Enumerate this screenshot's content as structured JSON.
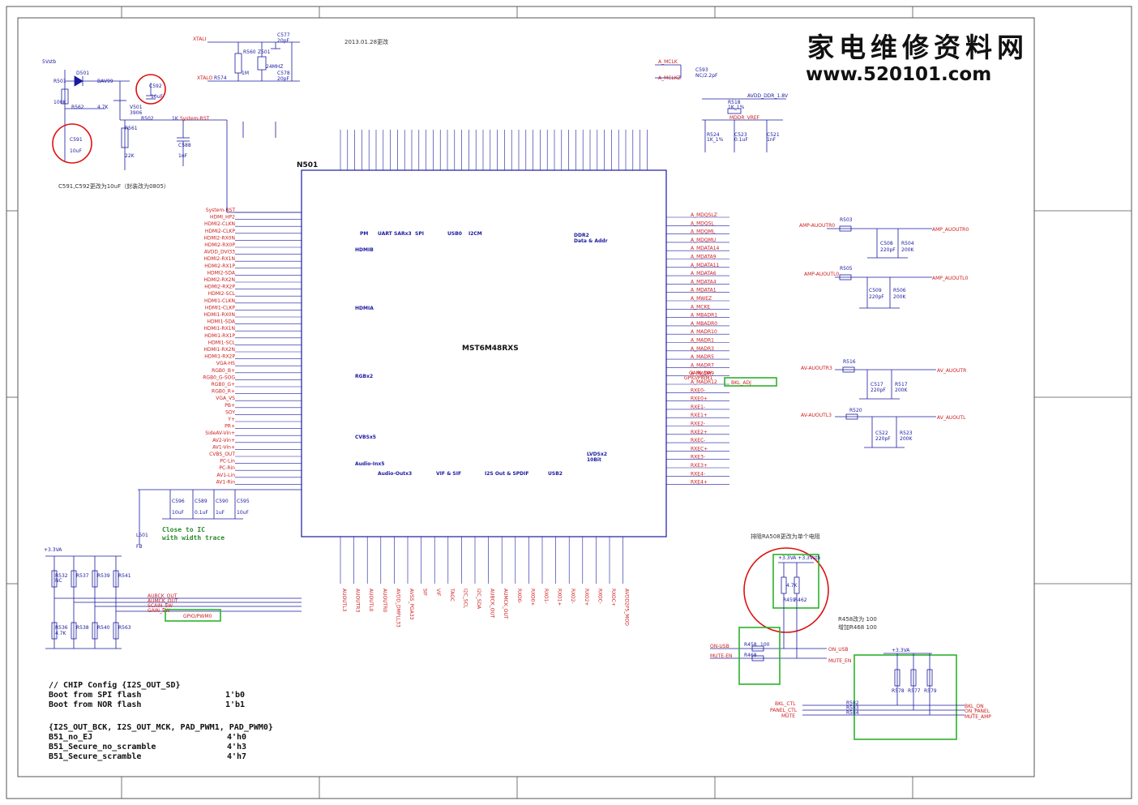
{
  "watermark": {
    "title": "家电维修资料网",
    "url": "www.520101.com"
  },
  "chip": {
    "ref": "N501",
    "part": "MST6M48RXS",
    "blocks": [
      "HDMIB",
      "HDMIA",
      "RGBx2",
      "CVBSx5",
      "Audio-Inx5",
      "Audio-Outx3",
      "VIF & SIF",
      "I2S Out & SPDIF",
      "USB2",
      "LVDSx2\n10Bit",
      "DDR2\nData & Addr",
      "PM",
      "UART",
      "SARx3",
      "SPI",
      "USB0",
      "I2CM"
    ]
  },
  "components": {
    "xtal_in": "XTALI",
    "xtal_out": "XTALO",
    "r560": "R560",
    "r560_val": "1M",
    "xtal_ref": "Z501",
    "xtal_freq": "24MHZ",
    "c577": "C577",
    "c577_val": "20pF",
    "c578": "C578",
    "c578_val": "20pF",
    "r574": "R574",
    "vstb": "5Vstb",
    "d501": "D501",
    "bav99": "BAV99",
    "r501": "R501",
    "r501_val": "100K",
    "r562": "R562",
    "r562_val": "4.7K",
    "v501": "V501",
    "v501_part": "3906",
    "c592": "C592",
    "c592_val": "10uF",
    "c591": "C591",
    "c591_val": "10uF",
    "r561": "R561",
    "r561_val": "22K",
    "r502": "R502",
    "r502_val": "1K",
    "system_rst": "System-RST",
    "c588": "C588",
    "c588_val": "1nF",
    "note_c591": "C591,C592更改为10uF（封装改为0805）",
    "note_top": "2013.01.28更改",
    "amclk": "A_MCLK",
    "amclkz": "A_MCLKZ",
    "c593": "C593",
    "c593_val": "NC/2.2pF",
    "avdd_ddr": "AVDD_DDR_1.8V",
    "r518": "R518",
    "r518_val": "1K_1%",
    "mddr_vref": "MDDR_VREF",
    "r524": "R524",
    "r524_val": "1K_1%",
    "c523": "C523",
    "c523_val": "0.1uF",
    "c521": "C521",
    "c521_val": "1nF"
  },
  "audio_out": {
    "r503": "R503",
    "net_r0": "AMP-AUOUTR0",
    "net_r0_out": "AMP_AUOUTR0",
    "c508": "C508",
    "c508_val": "220pF",
    "r504": "R504",
    "r504_val": "200K",
    "r505": "R505",
    "net_l0": "AMP-AUOUTL0",
    "net_l0_out": "AMP_AUOUTL0",
    "c509": "C509",
    "c509_val": "220pF",
    "r506": "R506",
    "r506_val": "200K",
    "r516": "R516",
    "net_r3": "AV-AUOUTR3",
    "net_r3_out": "AV_AUOUTR",
    "c517": "C517",
    "c517_val": "220pF",
    "r517": "R517",
    "r517_val": "200K",
    "r520": "R520",
    "net_l3": "AV-AUOUTL3",
    "net_l3_out": "AV_AUOUTL",
    "c522": "C522",
    "c522_val": "220pF",
    "r523": "R523",
    "r523_val": "200K"
  },
  "bottom_left": {
    "vcc": "+3.3VA",
    "r532": "R532",
    "r537": "R537",
    "r539": "R539",
    "r541": "R541",
    "nc": "NC",
    "r536": "R536",
    "r538": "R538",
    "r540": "R540",
    "r563": "R563",
    "val47k": "4.7K",
    "auobck": "AUBCK_OUT",
    "aumck": "AUMCK_OUT",
    "scain": "SCAIN_SW",
    "gainsw": "GAIN_SW",
    "gpio_pwm0": "GPIO/PWM0",
    "close_ic": "Close to IC",
    "width_trace": "with width trace",
    "l501": "L501",
    "fb": "FB",
    "c596": "C596",
    "c596_val": "10uF",
    "c589": "C589",
    "c589_val": "0.1uF",
    "c590": "C590",
    "c590_val": "1uF",
    "c595": "C595",
    "c595_val": "10uF"
  },
  "config": {
    "line1": "// CHIP Config  {I2S_OUT_SD}",
    "line2a": "Boot from SPI flash",
    "line2b": "1'b0",
    "line3a": "Boot from NOR flash",
    "line3b": "1'b1",
    "line4": "{I2S_OUT_BCK, I2S_OUT_MCK, PAD_PWM1, PAD_PWM0}",
    "line5a": "B51_no_EJ",
    "line5b": "4'h0",
    "line6a": "B51_Secure_no_scramble",
    "line6b": "4'h3",
    "line7a": "B51_Secure_scramble",
    "line7b": "4'h7"
  },
  "bottom_right": {
    "note_ra508": "排阻RA508更改为单个电阻",
    "vcc_pair": "+3.3VA +3.3Vstb",
    "r459": "R459",
    "r462": "R462",
    "val47k": "4.7K",
    "r458_note": "R458改为 100",
    "r468_note": "增加R468   100",
    "on_usb": "ON-USB",
    "on_usb_out": "ON_USB",
    "mute_en": "MUTE-EN",
    "mute_en_out": "MUTE_EN",
    "r458": "R458",
    "r468": "R468",
    "val100": "100",
    "vcc": "+3.3VA",
    "r578": "R578",
    "r577": "R577",
    "r579": "R579",
    "bkl_ctl": "BKL_CTL",
    "panel_ctl": "PANEL_CTL",
    "mute": "MUTE",
    "bkl_on": "BKL_ON",
    "on_panel": "ON_PANEL",
    "mute_amp": "MUTE_AMP",
    "r582": "R582",
    "r583": "R583",
    "r584": "R584",
    "bkl_adj": "BKL_ADJ",
    "gpio_pwm1": "GPIO/PWM1",
    "gain_sw": "GAIN_SW"
  },
  "left_nets": [
    "System-RST",
    "HDMI_HP2",
    "HDMI2-CLKN",
    "HDMI2-CLKP",
    "HDMI2-RX0N",
    "HDMI2-RX0P",
    "AVDD_DVI33",
    "HDMI2-RX1N",
    "HDMI2-RX1P",
    "HDMI2-SDA",
    "HDMI2-RX2N",
    "HDMI2-RX2P",
    "HDMI2-SCL",
    "HDMI1-CLKN",
    "HDMI1-CLKP",
    "HDMI1-RX0N",
    "HDMI1-SDA",
    "HDMI1-RX1N",
    "HDMI1-RX1P",
    "HDMI1-SCL",
    "HDMI1-RX2N",
    "HDMI1-RX2P",
    "VGA-HS",
    "RGB0_B+",
    "RGB0_G-SOG",
    "RGB0_G+",
    "RGB0_R+",
    "VGA_VS",
    "PB+",
    "SOY",
    "Y+",
    "PR+",
    "SideAV-Vin+",
    "AV2-Vin+",
    "AV1-Vin+",
    "CVBS_OUT",
    "PC-Lin",
    "PC-Rin",
    "AV1-Lin",
    "AV1-Rin"
  ],
  "right_nets": [
    "A_MDQSLZ",
    "A_MDQSL",
    "A_MDQML",
    "A_MDQMU",
    "A_MDATA14",
    "A_MDATA9",
    "A_MDATA11",
    "A_MDATA6",
    "A_MDATA4",
    "A_MDATA1",
    "A_MWEZ",
    "A_MCKE",
    "A_MBADR1",
    "A_MBADR0",
    "A_MADR10",
    "A_MADR1",
    "A_MADR3",
    "A_MADR5",
    "A_MADR7",
    "A_MADR9",
    "A_MADR12",
    "RXE0-",
    "RXE0+",
    "RXE1-",
    "RXE1+",
    "RXE2-",
    "RXE2+",
    "RXEC-",
    "RXEC+",
    "RXE3-",
    "RXE3+",
    "RXE4-",
    "RXE4+"
  ],
  "bottom_nets": [
    "AUOUTL3",
    "AUOUTR3",
    "AUOUTL0",
    "AUOUTR0",
    "AVDD_DMPLL33",
    "AVSS_PGA33",
    "SIF",
    "VIF",
    "TAGC",
    "I2C_SCL",
    "I2C_SDA",
    "AUBCK_OUT",
    "AUMCK_OUT",
    "RXO0-",
    "RXO0+",
    "RXO1-",
    "RXO1+",
    "RXO2-",
    "RXO2+",
    "RXOC-",
    "RXOC+",
    "AVDD2P5_MOD"
  ]
}
